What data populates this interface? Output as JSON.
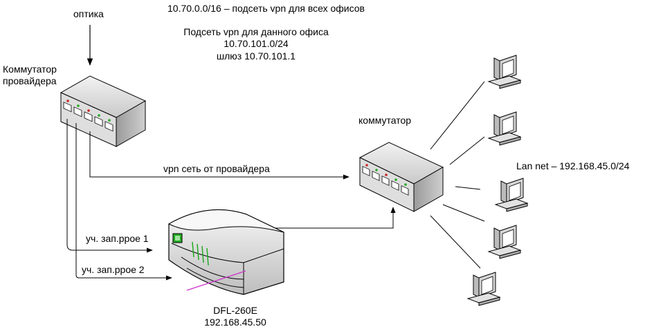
{
  "header": {
    "global_subnet": "10.70.0.0/16 – подсеть vpn для всех офисов",
    "office_title": "Подсеть vpn для данного офиса",
    "office_subnet": "10.70.101.0/24",
    "gateway": "шлюз 10.70.101.1"
  },
  "labels": {
    "optics": "оптика",
    "provider_switch_line1": "Коммутатор",
    "provider_switch_line2": "провайдера",
    "lan_switch": "коммутатор",
    "vpn_link": "vpn сеть от провайдера",
    "lan_net": "Lan net – 192.168.45.0/24",
    "account1": "уч. зап.ppoe 1",
    "account2": "уч. зап.ppoe 2",
    "router_model": "DFL-260E",
    "router_ip": "192.168.45.50"
  },
  "colors": {
    "device_face": "#e4e4e4",
    "device_side": "#b8b8b8",
    "device_top": "#f4f4f4",
    "stroke": "#000000",
    "led_green": "#22aa22",
    "led_red": "#cc2222",
    "router_stripe": "#cc33cc"
  },
  "icons": [
    "arrow-icon",
    "switch-icon",
    "router-icon",
    "computer-icon"
  ]
}
